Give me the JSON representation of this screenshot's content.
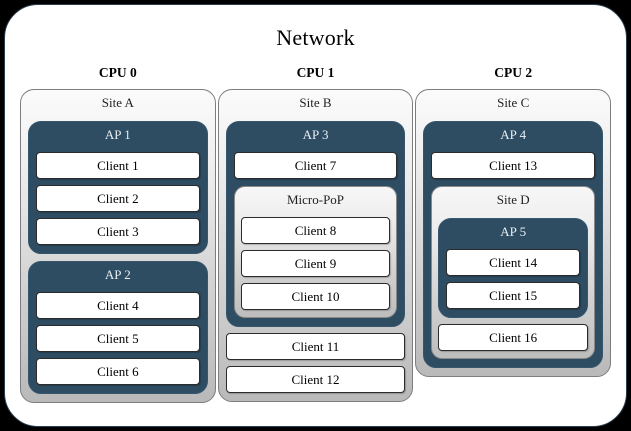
{
  "network": {
    "title": "Network",
    "colors": {
      "page_background": "#000000",
      "card_background": "#ffffff",
      "card_border": "#2b3e4d",
      "access_point": "#2e4d63",
      "site_shell_top": "#fbfbfb",
      "site_shell_bottom": "#b9b9b9",
      "client_background": "#ffffff",
      "client_border": "#2b2b2b"
    },
    "cpus": [
      {
        "label": "CPU 0",
        "sites": [
          {
            "label": "Site A",
            "access_points": [
              {
                "label": "AP 1",
                "clients": [
                  "Client 1",
                  "Client 2",
                  "Client 3"
                ]
              },
              {
                "label": "AP 2",
                "clients": [
                  "Client 4",
                  "Client 5",
                  "Client 6"
                ]
              }
            ],
            "direct_clients": []
          }
        ]
      },
      {
        "label": "CPU 1",
        "sites": [
          {
            "label": "Site B",
            "access_points": [
              {
                "label": "AP 3",
                "clients": [
                  "Client 7"
                ],
                "micro_pop": {
                  "label": "Micro-PoP",
                  "clients": [
                    "Client 8",
                    "Client 9",
                    "Client 10"
                  ]
                }
              }
            ],
            "direct_clients": [
              "Client 11",
              "Client 12"
            ]
          }
        ]
      },
      {
        "label": "CPU 2",
        "sites": [
          {
            "label": "Site C",
            "access_points": [
              {
                "label": "AP 4",
                "clients": [
                  "Client 13"
                ],
                "nested_site": {
                  "label": "Site D",
                  "access_points": [
                    {
                      "label": "AP 5",
                      "clients": [
                        "Client 14",
                        "Client 15"
                      ]
                    }
                  ],
                  "direct_clients": [
                    "Client 16"
                  ]
                }
              }
            ],
            "direct_clients": []
          }
        ]
      }
    ]
  }
}
